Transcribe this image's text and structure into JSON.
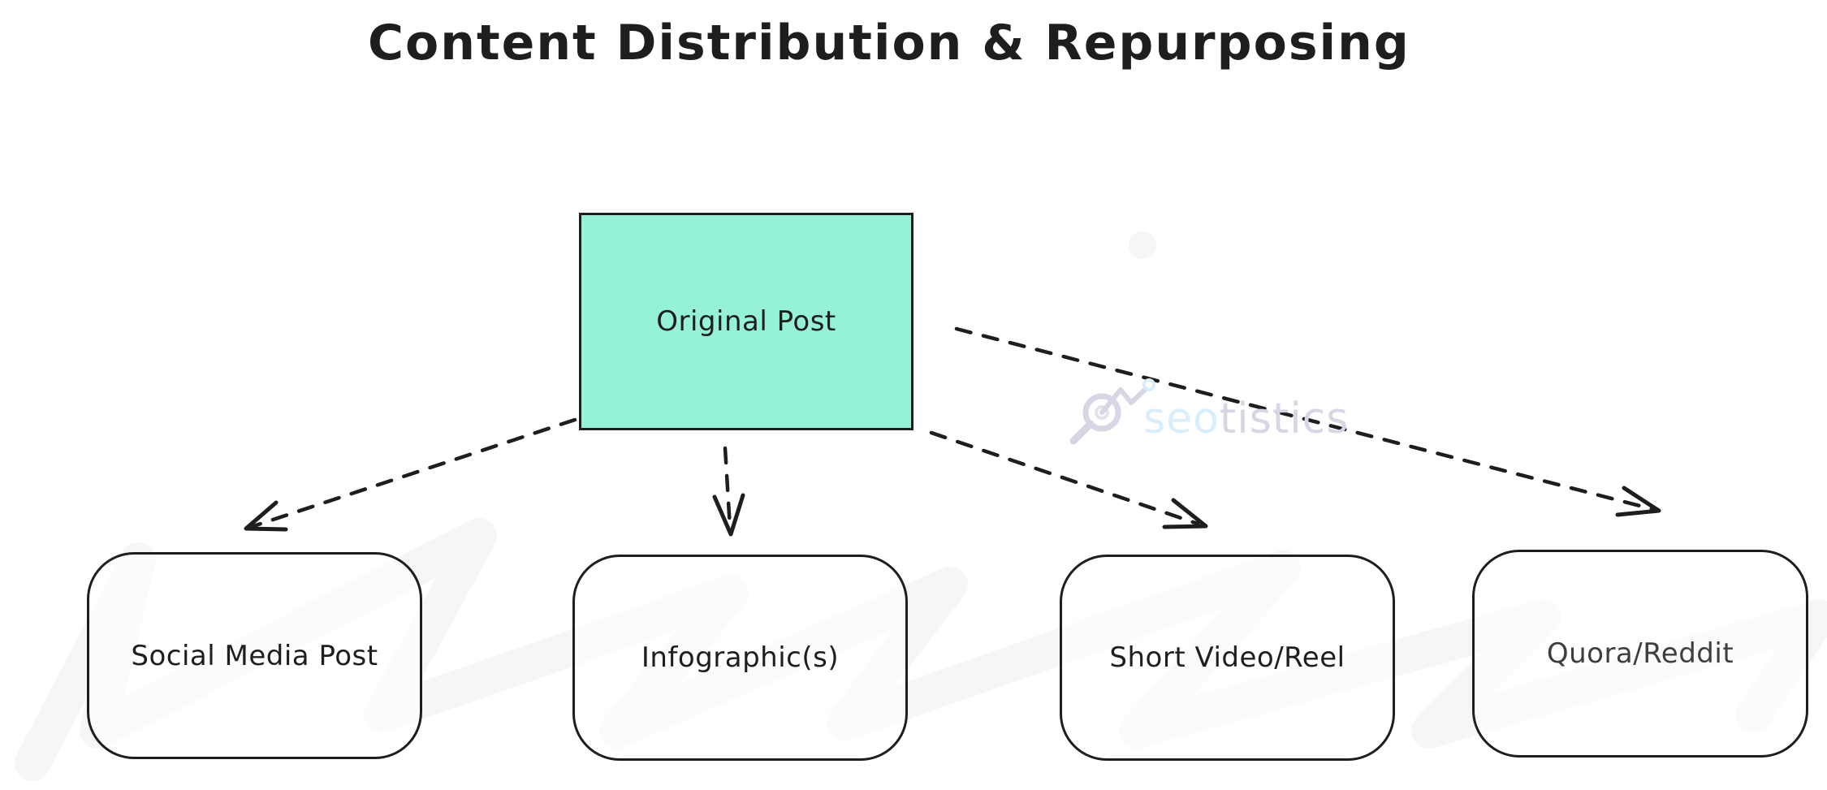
{
  "diagram": {
    "title": "Content Distribution & Repurposing",
    "root": {
      "id": "original-post",
      "label": "Original Post",
      "fill": "#96f2d7"
    },
    "children": [
      {
        "id": "social-media-post",
        "label": "Social Media Post"
      },
      {
        "id": "infographics",
        "label": "Infographic(s)"
      },
      {
        "id": "short-video-reel",
        "label": "Short Video/Reel"
      },
      {
        "id": "quora-reddit",
        "label": "Quora/Reddit"
      }
    ],
    "edges": [
      {
        "from": "original-post",
        "to": "social-media-post",
        "style": "dashed"
      },
      {
        "from": "original-post",
        "to": "infographics",
        "style": "dashed"
      },
      {
        "from": "original-post",
        "to": "short-video-reel",
        "style": "dashed"
      },
      {
        "from": "original-post",
        "to": "quora-reddit",
        "style": "dashed"
      }
    ],
    "stroke_color": "#1e1e1e"
  },
  "watermark": {
    "icon": "magnifier-chart-icon",
    "text_part1": "seo",
    "text_part2": "tistics",
    "color_part1": "#d9eefc",
    "color_part2": "#d6d6e4"
  }
}
